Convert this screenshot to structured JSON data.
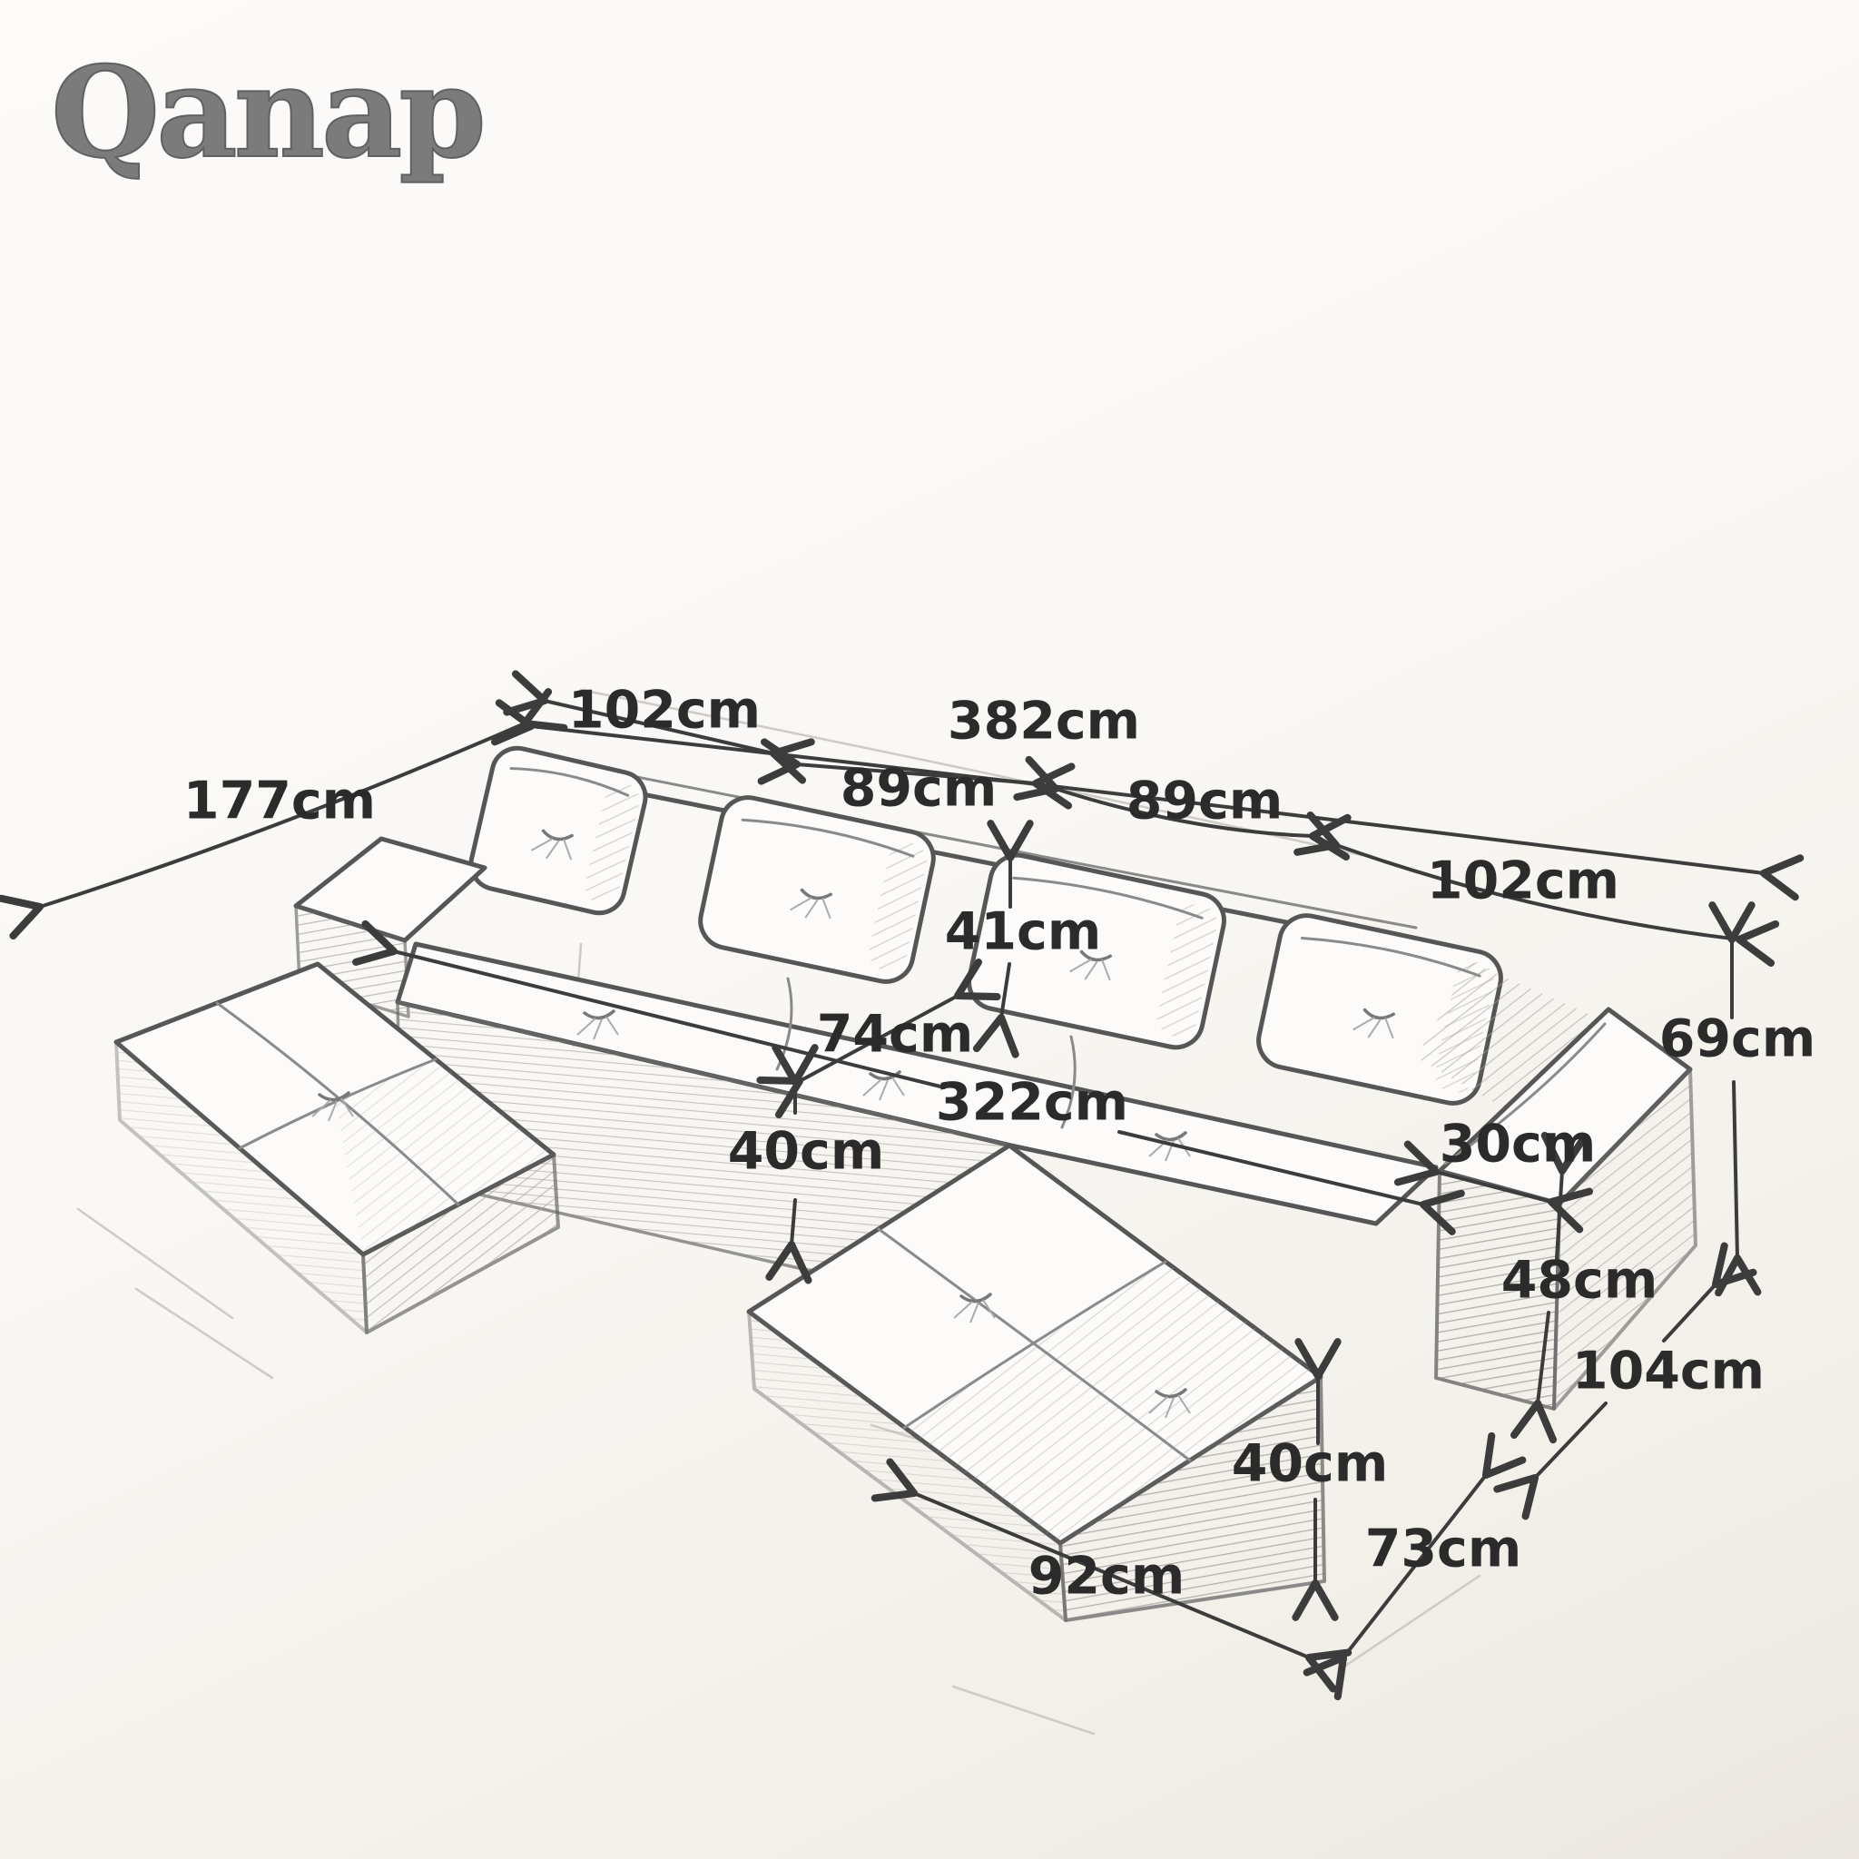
{
  "brand": {
    "name": "Qanap"
  },
  "dimensions": {
    "overall_width": "382cm",
    "segment_left_chaise": "102cm",
    "segment_seat_1": "89cm",
    "segment_seat_2": "89cm",
    "segment_right_chaise": "102cm",
    "left_chaise_depth": "177cm",
    "back_cushion_height": "41cm",
    "seat_depth": "74cm",
    "inner_seat_width": "322cm",
    "seat_height": "40cm",
    "armrest_width": "30cm",
    "overall_height": "69cm",
    "armrest_height": "48cm",
    "right_chaise_depth": "104cm",
    "ottoman_height": "40cm",
    "ottoman_width": "92cm",
    "ottoman_depth": "73cm"
  }
}
